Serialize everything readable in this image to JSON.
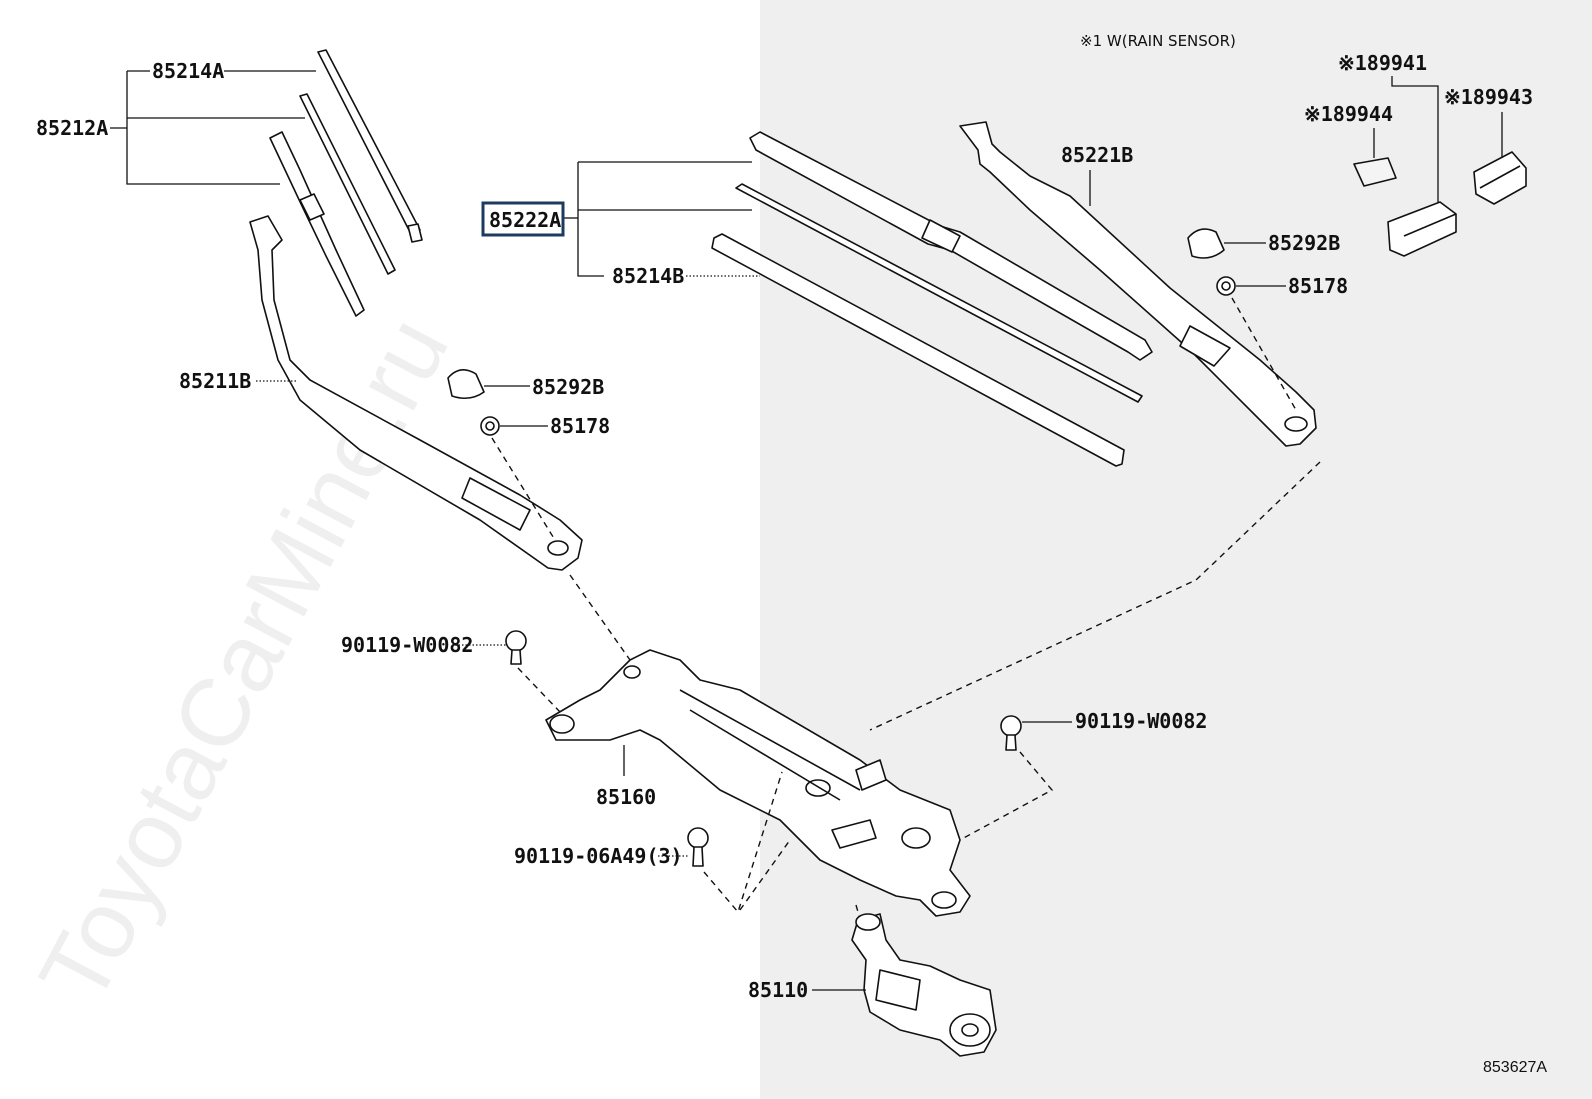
{
  "header_note": "※1 W(RAIN SENSOR)",
  "watermark": "ToyotaCarMine.ru",
  "diagram_ref": "853627A",
  "highlighted_part": "85222A",
  "parts": {
    "p85214A": "85214A",
    "p85212A": "85212A",
    "p85222A": "85222A",
    "p85214B": "85214B",
    "p85221B": "85221B",
    "p85292B_right": "85292B",
    "p85178_right": "85178",
    "p89941": "※189941",
    "p89944": "※189944",
    "p89943": "※189943",
    "p85211B": "85211B",
    "p85292B_left": "85292B",
    "p85178_left": "85178",
    "p90119W0082_left": "90119-W0082",
    "p90119W0082_right": "90119-W0082",
    "p85160": "85160",
    "p9011906A49": "90119-06A49(3)",
    "p85110": "85110"
  }
}
